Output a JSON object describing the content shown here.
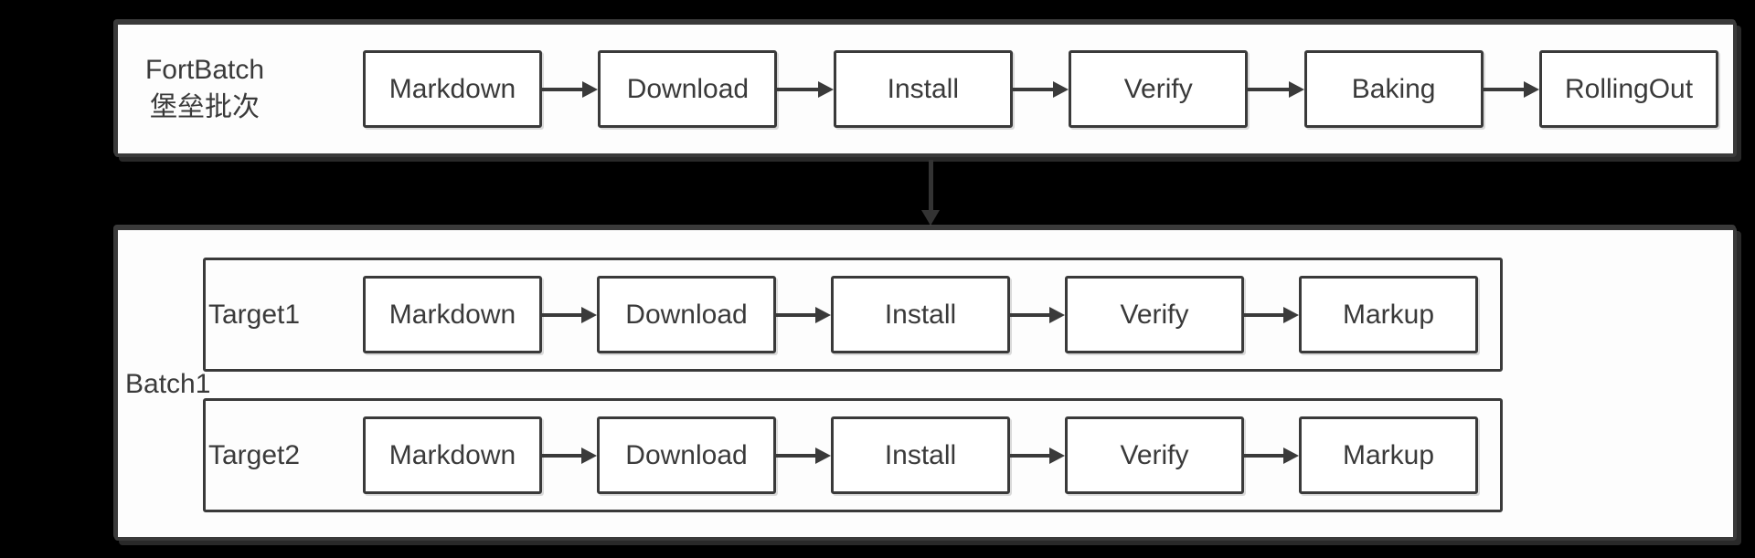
{
  "palette": {
    "background": "#000000",
    "panel_fill": "#fdfdfd",
    "line_color": "#3a3a3a",
    "text_color": "#3a3a3a"
  },
  "top_panel": {
    "title_line1": "FortBatch",
    "title_line2": "堡垒批次",
    "stages": [
      "Markdown",
      "Download",
      "Install",
      "Verify",
      "Baking",
      "RollingOut"
    ]
  },
  "batch_panel": {
    "label": "Batch1",
    "rows": [
      {
        "label": "Target1",
        "stages": [
          "Markdown",
          "Download",
          "Install",
          "Verify",
          "Markup"
        ]
      },
      {
        "label": "Target2",
        "stages": [
          "Markdown",
          "Download",
          "Install",
          "Verify",
          "Markup"
        ]
      }
    ]
  }
}
